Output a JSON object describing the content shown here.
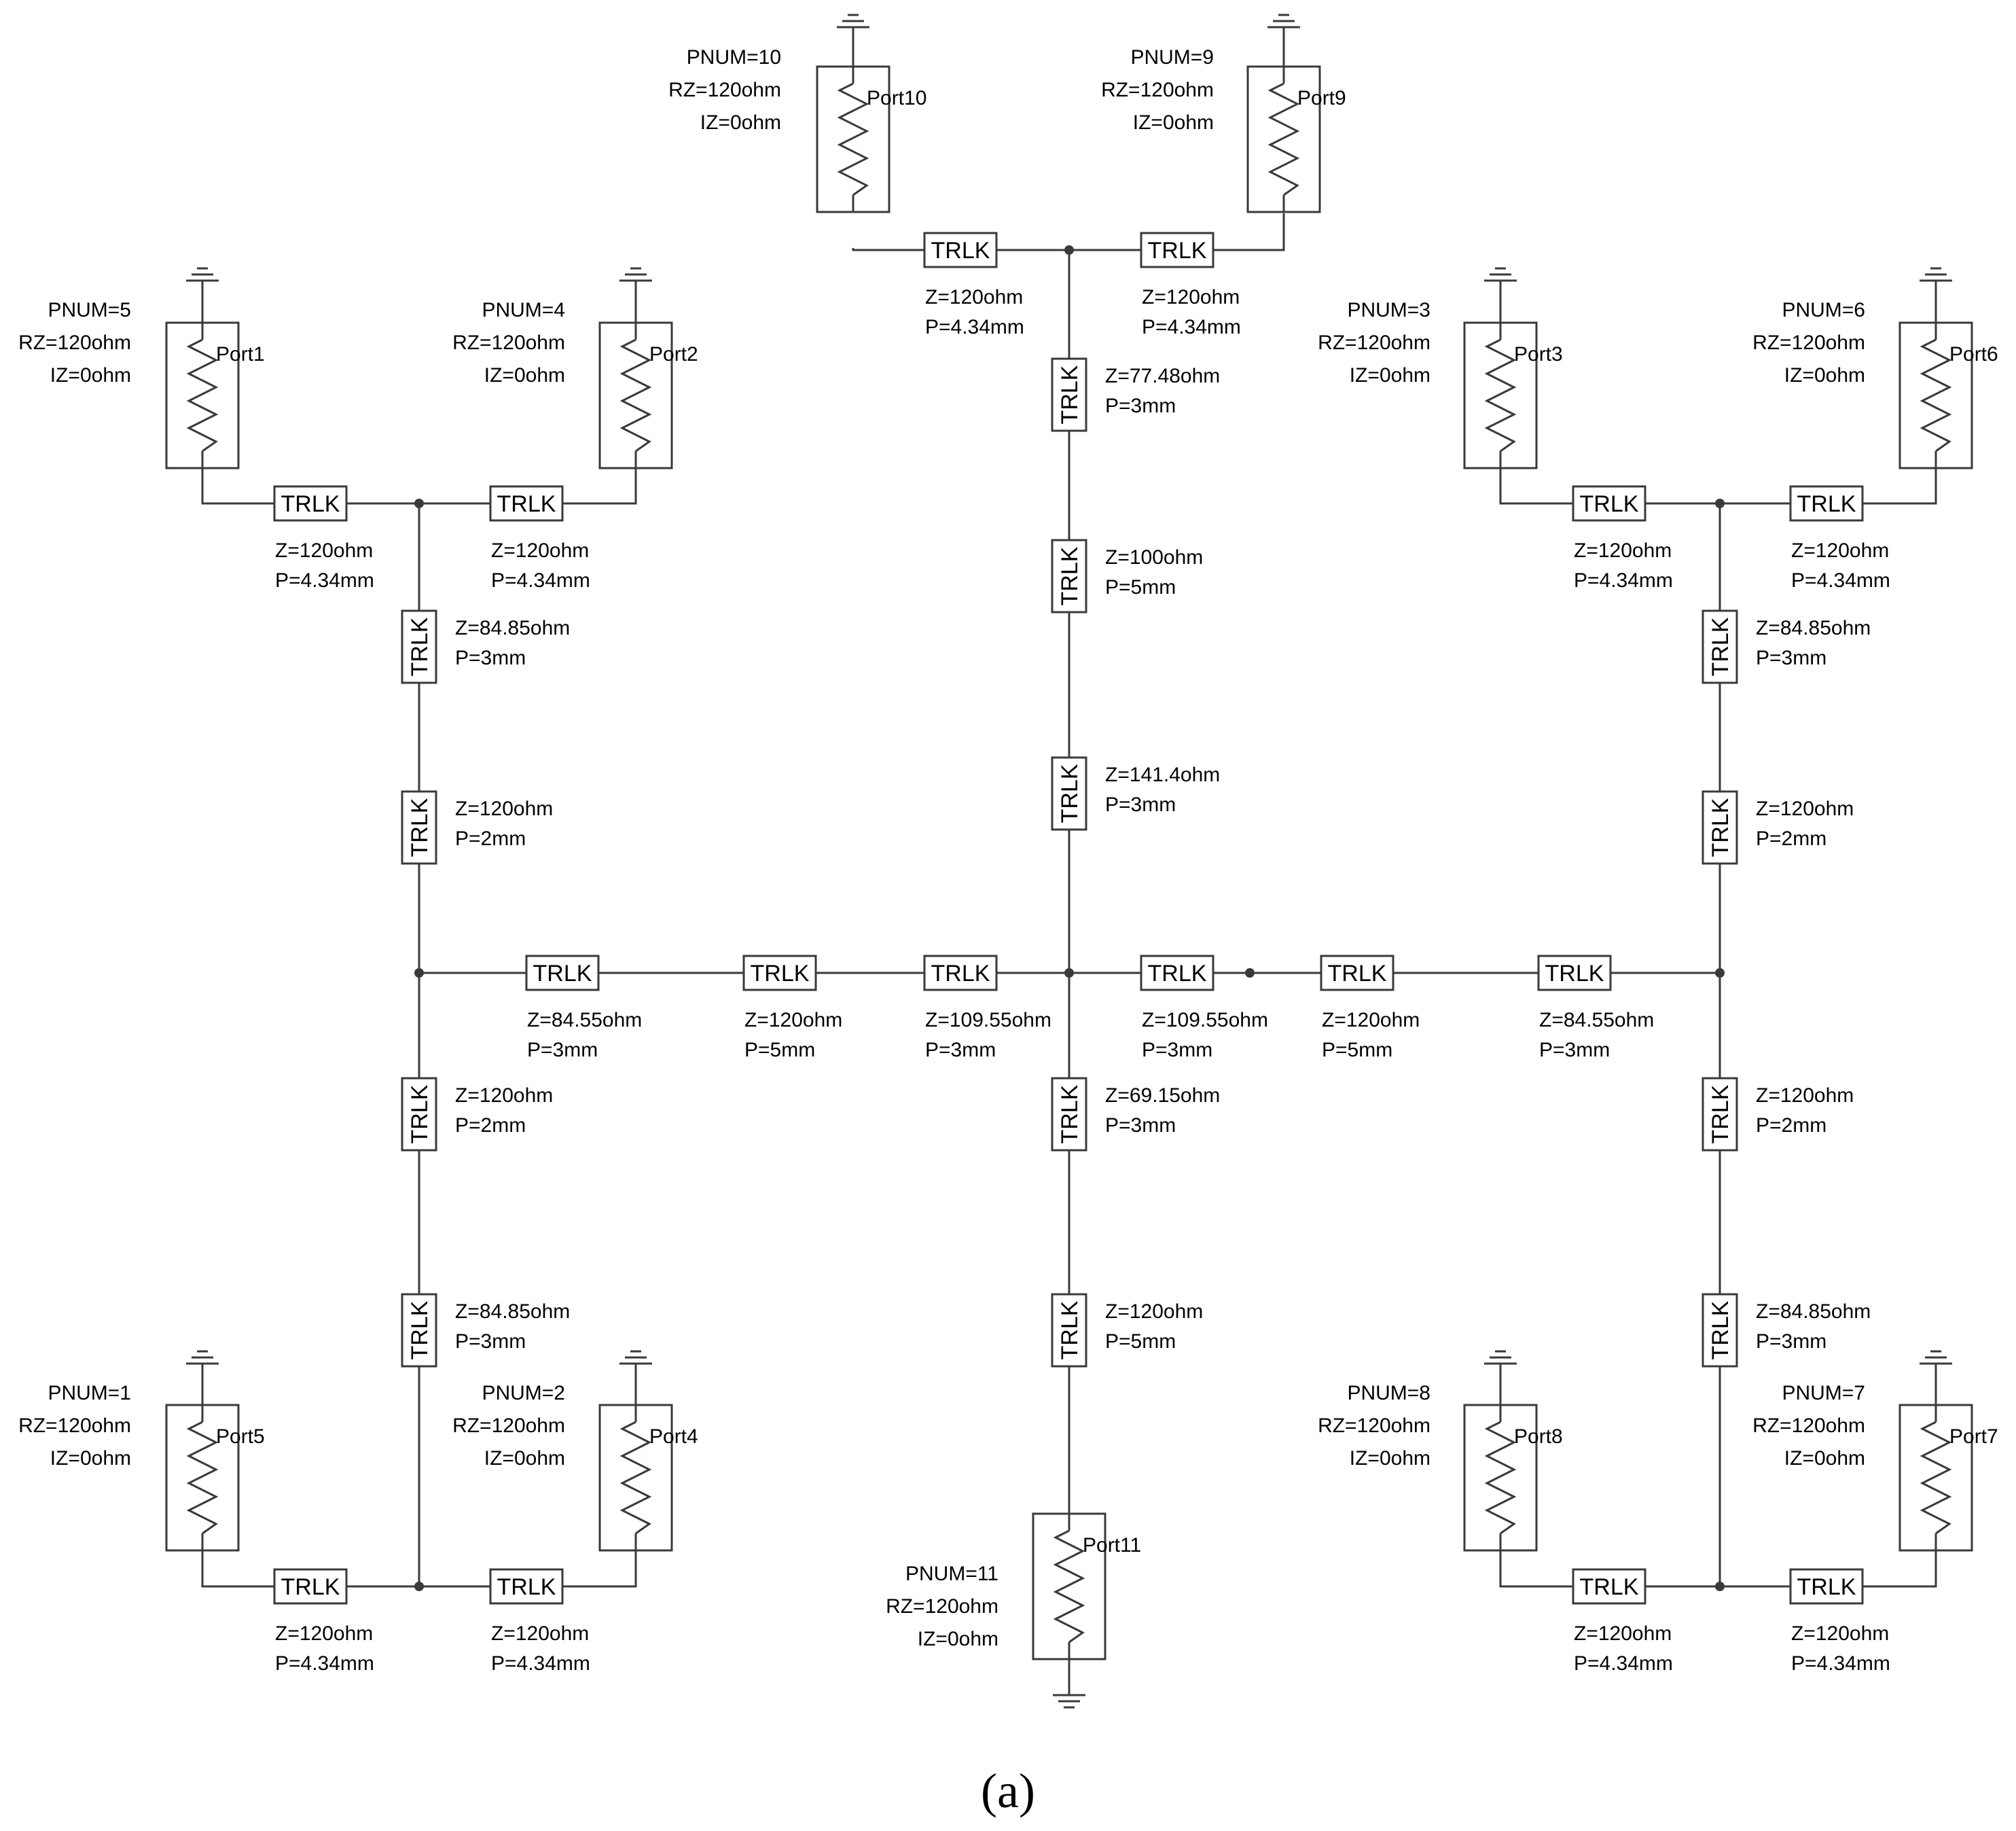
{
  "caption": "(a)",
  "element_label": "TRLK",
  "ports": [
    {
      "name": "Port10",
      "pnum": "PNUM=10",
      "rz": "RZ=120ohm",
      "iz": "IZ=0ohm"
    },
    {
      "name": "Port9",
      "pnum": "PNUM=9",
      "rz": "RZ=120ohm",
      "iz": "IZ=0ohm"
    },
    {
      "name": "Port1",
      "pnum": "PNUM=5",
      "rz": "RZ=120ohm",
      "iz": "IZ=0ohm"
    },
    {
      "name": "Port2",
      "pnum": "PNUM=4",
      "rz": "RZ=120ohm",
      "iz": "IZ=0ohm"
    },
    {
      "name": "Port3",
      "pnum": "PNUM=3",
      "rz": "RZ=120ohm",
      "iz": "IZ=0ohm"
    },
    {
      "name": "Port6",
      "pnum": "PNUM=6",
      "rz": "RZ=120ohm",
      "iz": "IZ=0ohm"
    },
    {
      "name": "Port5",
      "pnum": "PNUM=1",
      "rz": "RZ=120ohm",
      "iz": "IZ=0ohm"
    },
    {
      "name": "Port4",
      "pnum": "PNUM=2",
      "rz": "RZ=120ohm",
      "iz": "IZ=0ohm"
    },
    {
      "name": "Port8",
      "pnum": "PNUM=8",
      "rz": "RZ=120ohm",
      "iz": "IZ=0ohm"
    },
    {
      "name": "Port7",
      "pnum": "PNUM=7",
      "rz": "RZ=120ohm",
      "iz": "IZ=0ohm"
    },
    {
      "name": "Port11",
      "pnum": "PNUM=11",
      "rz": "RZ=120ohm",
      "iz": "IZ=0ohm"
    }
  ],
  "lines": [
    {
      "z": "Z=120ohm",
      "p": "P=4.34mm"
    },
    {
      "z": "Z=120ohm",
      "p": "P=4.34mm"
    },
    {
      "z": "Z=77.48ohm",
      "p": "P=3mm"
    },
    {
      "z": "Z=100ohm",
      "p": "P=5mm"
    },
    {
      "z": "Z=141.4ohm",
      "p": "P=3mm"
    },
    {
      "z": "Z=120ohm",
      "p": "P=4.34mm"
    },
    {
      "z": "Z=120ohm",
      "p": "P=4.34mm"
    },
    {
      "z": "Z=84.85ohm",
      "p": "P=3mm"
    },
    {
      "z": "Z=120ohm",
      "p": "P=2mm"
    },
    {
      "z": "Z=120ohm",
      "p": "P=4.34mm"
    },
    {
      "z": "Z=120ohm",
      "p": "P=4.34mm"
    },
    {
      "z": "Z=84.85ohm",
      "p": "P=3mm"
    },
    {
      "z": "Z=120ohm",
      "p": "P=2mm"
    },
    {
      "z": "Z=84.55ohm",
      "p": "P=3mm"
    },
    {
      "z": "Z=120ohm",
      "p": "P=5mm"
    },
    {
      "z": "Z=109.55ohm",
      "p": "P=3mm"
    },
    {
      "z": "Z=109.55ohm",
      "p": "P=3mm"
    },
    {
      "z": "Z=120ohm",
      "p": "P=5mm"
    },
    {
      "z": "Z=84.55ohm",
      "p": "P=3mm"
    },
    {
      "z": "Z=120ohm",
      "p": "P=2mm"
    },
    {
      "z": "Z=84.85ohm",
      "p": "P=3mm"
    },
    {
      "z": "Z=120ohm",
      "p": "P=4.34mm"
    },
    {
      "z": "Z=120ohm",
      "p": "P=4.34mm"
    },
    {
      "z": "Z=69.15ohm",
      "p": "P=3mm"
    },
    {
      "z": "Z=120ohm",
      "p": "P=5mm"
    },
    {
      "z": "Z=120ohm",
      "p": "P=2mm"
    },
    {
      "z": "Z=84.85ohm",
      "p": "P=3mm"
    },
    {
      "z": "Z=120ohm",
      "p": "P=4.34mm"
    },
    {
      "z": "Z=120ohm",
      "p": "P=4.34mm"
    }
  ]
}
